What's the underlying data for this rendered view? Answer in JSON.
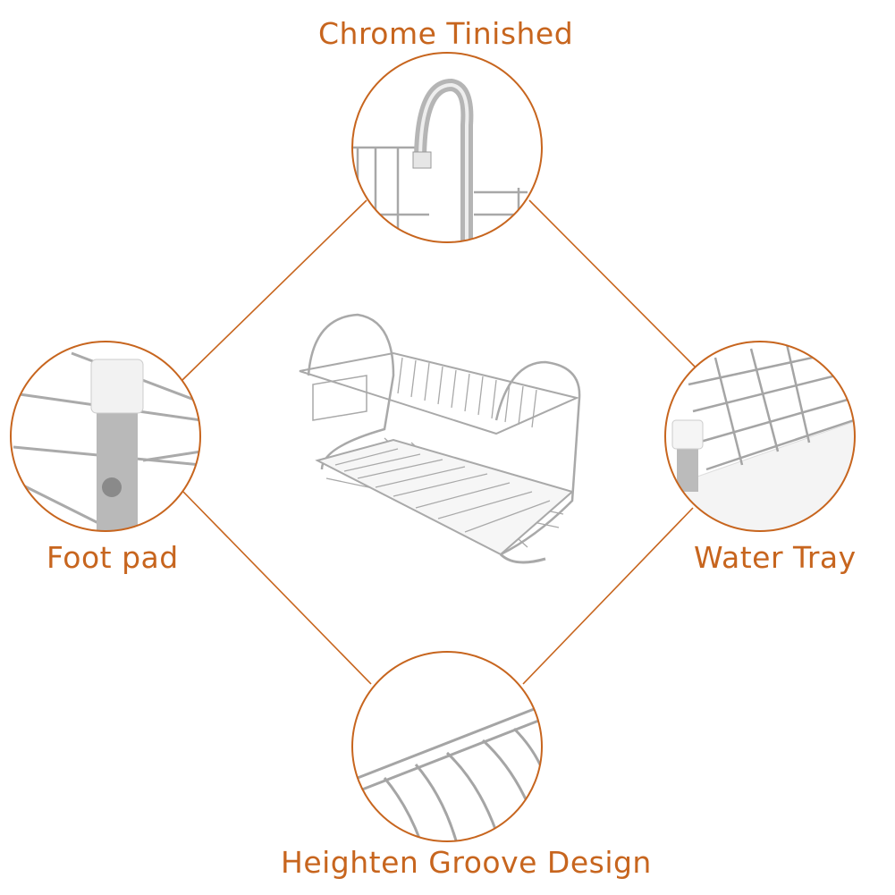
{
  "labels": {
    "top": "Chrome Tinished",
    "left": "Foot pad",
    "right": "Water Tray",
    "bottom": "Heighten Groove Design"
  },
  "colors": {
    "accent": "#c7651e",
    "wire": "#9a9a9a"
  }
}
